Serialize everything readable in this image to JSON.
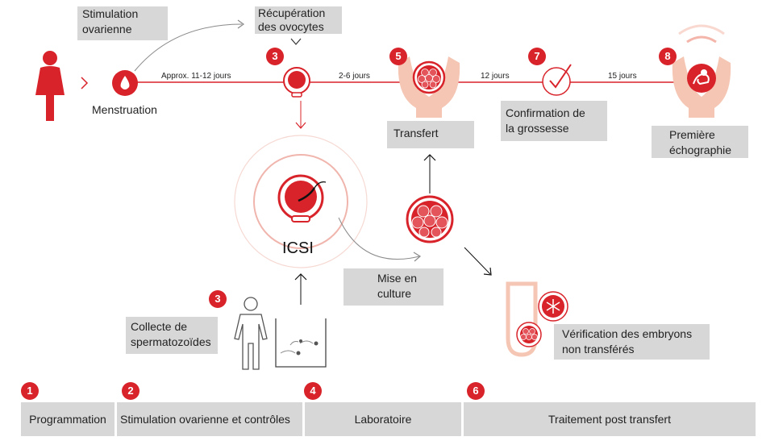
{
  "timeline": {
    "stimulation_line1": "Stimulation",
    "stimulation_line2": "ovarienne",
    "recuperation_line1": "Récupération",
    "recuperation_line2": "des ovocytes",
    "menstruation": "Menstruation",
    "dur_1": "Approx. 11-12 jours",
    "dur_2": "2-6 jours",
    "dur_3": "12 jours",
    "dur_4": "15 jours",
    "transfert": "Transfert",
    "confirmation_line1": "Confirmation de",
    "confirmation_line2": "la grossesse",
    "echo_line1": "Première",
    "echo_line2": "échographie"
  },
  "steps": {
    "n3a": "3",
    "n5": "5",
    "n7": "7",
    "n8": "8",
    "n3b": "3",
    "n1": "1",
    "n2": "2",
    "n4": "4",
    "n6": "6"
  },
  "lab": {
    "icsi": "ICSI",
    "culture_line1": "Mise en",
    "culture_line2": "culture",
    "collecte_line1": "Collecte de",
    "collecte_line2": "spermatozoïdes",
    "verif_line1": "Vérification des embryons",
    "verif_line2": "non transférés"
  },
  "phases": {
    "p1": "Programmation",
    "p2": "Stimulation ovarienne et contrôles",
    "p4": "Laboratoire",
    "p6": "Traitement post transfert"
  },
  "colors": {
    "red": "#d8232a",
    "pink": "#f6c6b4",
    "gray_box": "#d7d7d7"
  }
}
